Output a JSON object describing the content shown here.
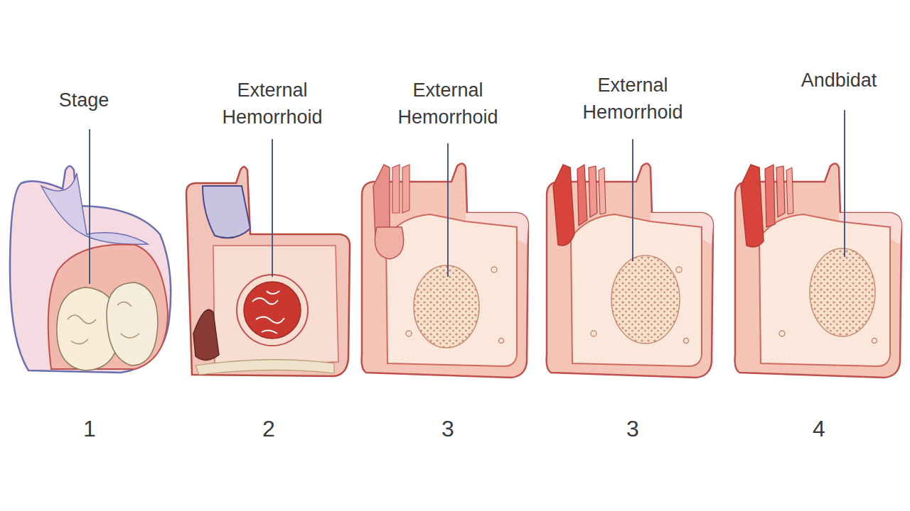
{
  "diagram": {
    "labels": [
      "Stage",
      "External Hemorrhoid",
      "External Hemorrhoid",
      "External Hemorrhoid",
      "Andbidat",
      "1",
      "2",
      "3",
      "3",
      "4"
    ]
  }
}
